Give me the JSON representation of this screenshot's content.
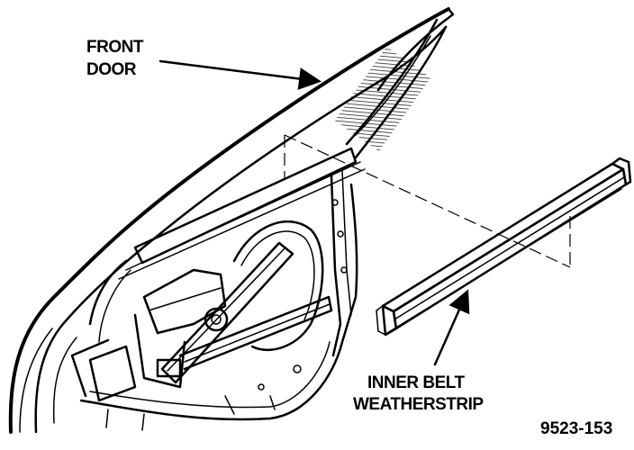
{
  "labels": {
    "front_door_line1": "FRONT",
    "front_door_line2": "DOOR",
    "weatherstrip_line1": "INNER BELT",
    "weatherstrip_line2": "WEATHERSTRIP"
  },
  "figure_number": "9523-153",
  "colors": {
    "ink": "#000000",
    "background": "#ffffff"
  }
}
